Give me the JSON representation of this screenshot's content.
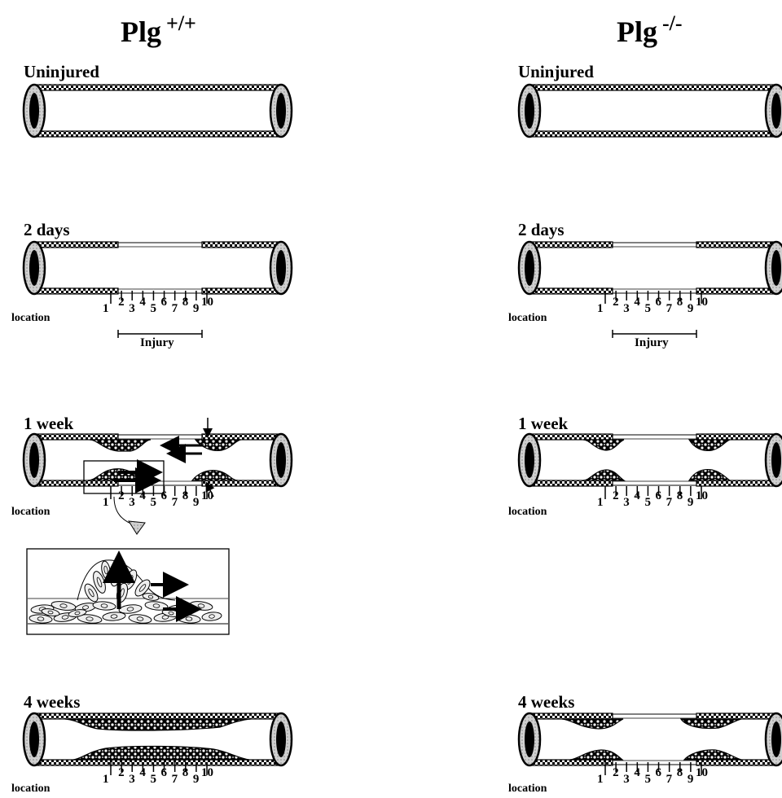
{
  "columns": {
    "left": {
      "title_base": "Plg",
      "title_sup": "+/+"
    },
    "right": {
      "title_base": "Plg",
      "title_sup": "-/-"
    }
  },
  "stage_labels": {
    "uninjured": "Uninjured",
    "day2": "2 days",
    "week1": "1 week",
    "week4": "4 weeks"
  },
  "location_label": "location",
  "injury_label": "Injury",
  "location_numbers": [
    "1",
    "2",
    "3",
    "4",
    "5",
    "6",
    "7",
    "8",
    "9",
    "10"
  ],
  "colors": {
    "ink": "#000000",
    "background": "#ffffff",
    "wall_pattern": "#c8c8c8",
    "neointima_pattern": "#d9d9d9",
    "cell_fill": "#eeeeee"
  },
  "icons": [
    "vessel-diagram",
    "migration-arrow-icon",
    "cell-migration-inset"
  ]
}
